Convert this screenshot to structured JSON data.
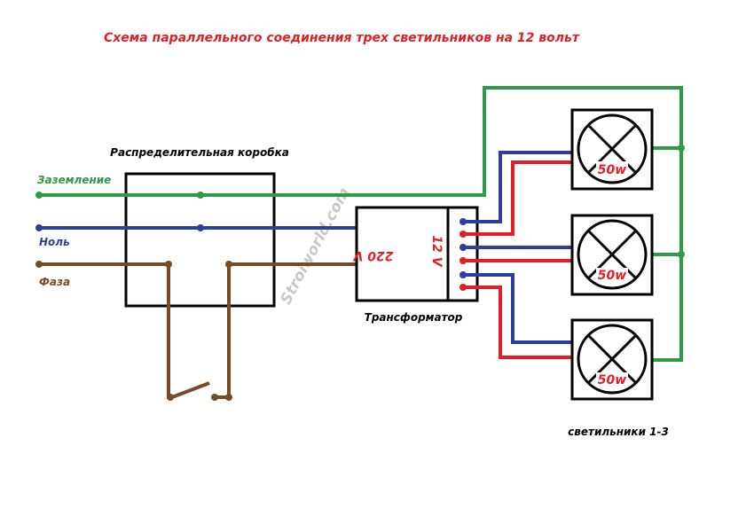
{
  "title": "Схема параллельного соединения трех светильников на 12 вольт",
  "labels": {
    "junction_box": "Распределительная коробка",
    "ground": "Заземление",
    "neutral": "Ноль",
    "phase": "Фаза",
    "transformer": "Трансформатор",
    "primary_voltage": "220 V",
    "secondary_voltage": "12 V",
    "lamps_caption": "светильники 1-3",
    "watermark": "Stroiworld.com"
  },
  "lamps": [
    {
      "power": "50w"
    },
    {
      "power": "50w"
    },
    {
      "power": "50w"
    }
  ],
  "colors": {
    "title": "#e31e24",
    "ground": "#2f9a45",
    "neutral": "#2e3e9e",
    "phase": "#7a4a25",
    "low_voltage": "#e31e24",
    "outline": "#000000"
  }
}
